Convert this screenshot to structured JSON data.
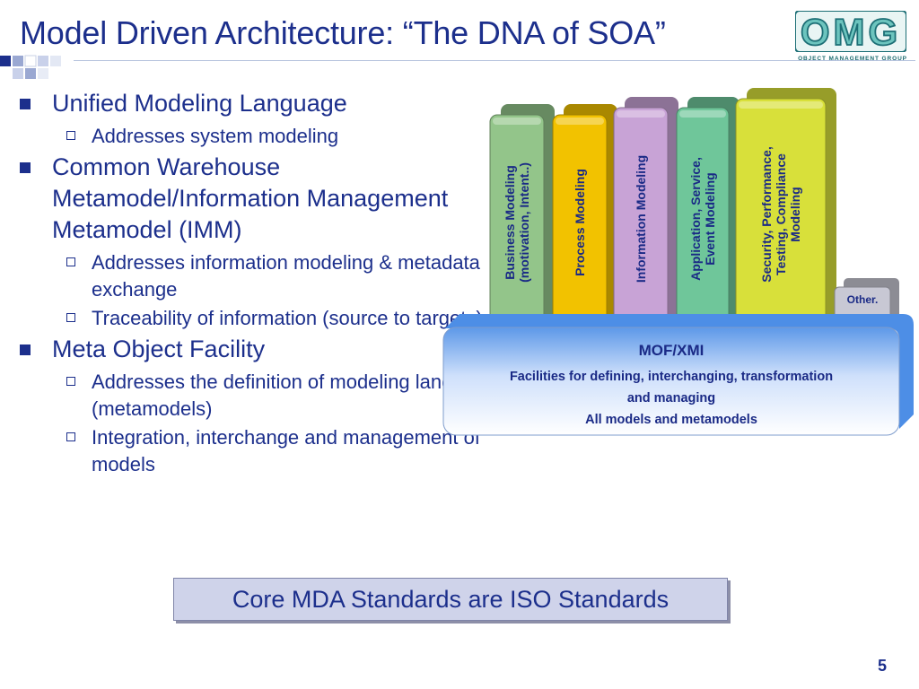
{
  "slide": {
    "title": "Model Driven Architecture: “The DNA of SOA”",
    "page_number": "5"
  },
  "logo": {
    "letters": "OMG",
    "subtitle": "OBJECT MANAGEMENT GROUP",
    "colors": {
      "fill": "#6cc4be",
      "stroke": "#1d6f76"
    }
  },
  "bullets": [
    {
      "text": "Unified Modeling Language",
      "subs": [
        "Addresses system modeling"
      ]
    },
    {
      "text": "Common Warehouse Metamodel/Information Management Metamodel (IMM)",
      "subs": [
        "Addresses information modeling & metadata exchange",
        "Traceability of information (source  to targets)"
      ]
    },
    {
      "text": "Meta Object Facility",
      "subs": [
        "Addresses the definition of modeling languages (metamodels)",
        "Integration, interchange and management of models"
      ]
    }
  ],
  "diagram": {
    "base": {
      "title": "MOF/XMI",
      "line1": "Facilities for defining, interchanging, transformation",
      "line2": "and managing",
      "line3": "All models and metamodels",
      "color": "#4d8ee6"
    },
    "columns": [
      {
        "line1": "Business Modeling",
        "line2": "(motivation, Intent..)",
        "color": "#93c58a"
      },
      {
        "line1": "Process Modeling",
        "line2": "",
        "color": "#f2c200"
      },
      {
        "line1": "Information Modeling",
        "line2": "",
        "color": "#c8a3d6"
      },
      {
        "line1": "Application, Service,",
        "line2": "Event  Modeling",
        "color": "#6fc69a"
      },
      {
        "line1": "Security, Performance,",
        "line2": "Testing, Compliance",
        "line3": "Modeling",
        "color": "#d8e03a"
      }
    ],
    "other": {
      "line1": "Other.",
      "line2": ".",
      "color": "#c8c8d4"
    }
  },
  "callout": {
    "text": "Core MDA Standards are ISO Standards"
  },
  "colors": {
    "text": "#1c2f8c",
    "label_text": "#1a2a86"
  }
}
